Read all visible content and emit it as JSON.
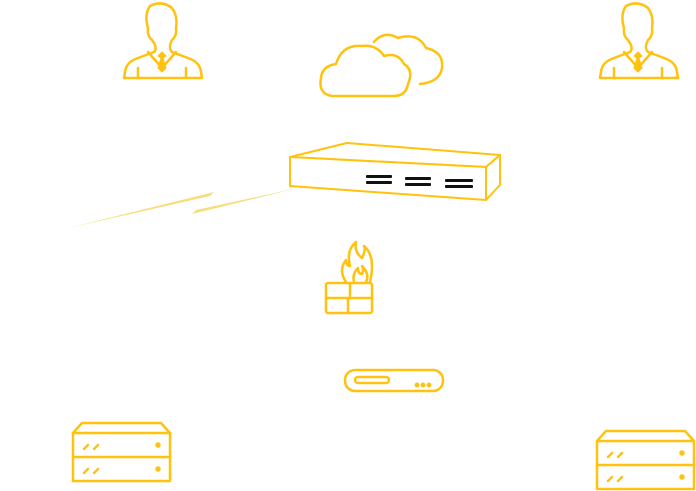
{
  "colors": {
    "accent": "#FFC20E",
    "link": "#F8DD7A",
    "port": "#111111",
    "background": "#FFFFFF"
  },
  "nodes": [
    {
      "icon": "user-icon",
      "id": "user-left"
    },
    {
      "icon": "user-icon",
      "id": "user-right"
    },
    {
      "icon": "cloud-icon",
      "id": "cloud"
    },
    {
      "icon": "network-switch-icon",
      "id": "switch"
    },
    {
      "icon": "firewall-icon",
      "id": "firewall"
    },
    {
      "icon": "router-icon",
      "id": "router"
    },
    {
      "icon": "server-icon",
      "id": "server-left"
    },
    {
      "icon": "server-icon",
      "id": "server-right"
    }
  ],
  "links": [
    {
      "type": "wireless-lightning",
      "to": "switch"
    }
  ]
}
